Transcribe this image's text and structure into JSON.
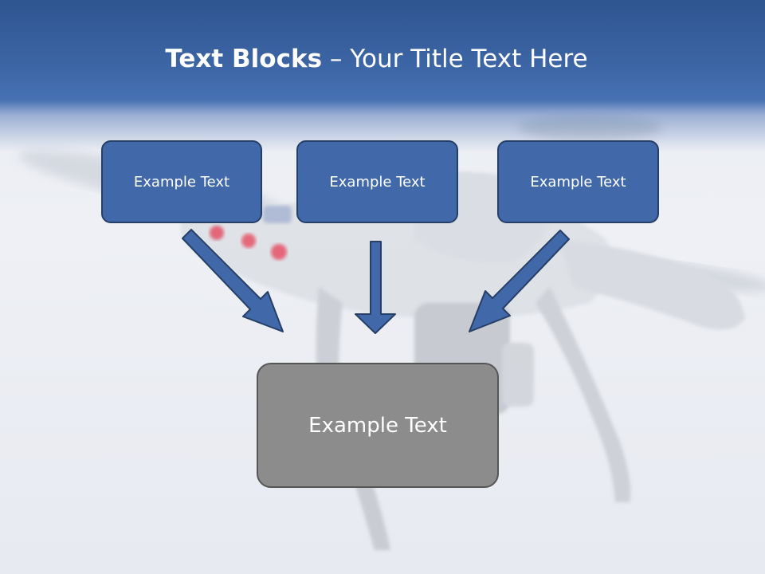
{
  "title": {
    "bold": "Text Blocks",
    "dash": " – ",
    "rest": "Your Title Text Here"
  },
  "blocks": [
    {
      "label": "Example Text"
    },
    {
      "label": "Example Text"
    },
    {
      "label": "Example Text"
    }
  ],
  "target": {
    "label": "Example Text"
  },
  "colors": {
    "header": "#3d66a6",
    "block_fill": "#4169aa",
    "block_border": "#253f66",
    "target_fill": "#8c8c8c",
    "target_border": "#565656",
    "arrow_fill": "#4169aa"
  },
  "background": {
    "image": "drone-photo"
  }
}
